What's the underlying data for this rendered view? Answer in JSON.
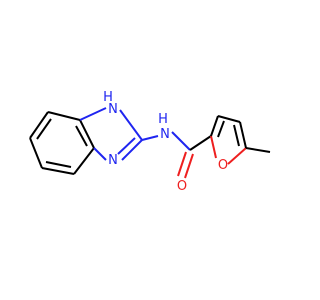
{
  "colors": {
    "nitrogen": "#1f25f0",
    "oxygen": "#ee1f1f",
    "carbon": "#000000"
  },
  "atoms": {
    "n1h_label": "H",
    "n1_label": "N",
    "n3_label": "N",
    "nh_label": "N",
    "nh_h_label": "H",
    "carbonyl_o_label": "O",
    "furan_o_label": "O"
  }
}
